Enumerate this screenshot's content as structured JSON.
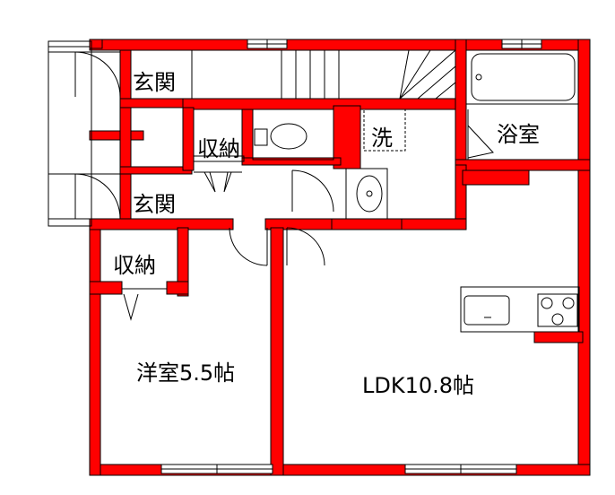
{
  "rooms": {
    "entrance_top": "玄関",
    "entrance_bottom": "玄関",
    "storage_hall": "収納",
    "storage_bedroom": "収納",
    "washroom": "洗",
    "bathroom": "浴室",
    "bedroom": "洋室5.5帖",
    "ldk": "LDK10.8帖"
  },
  "colors": {
    "wall": "#ff0000",
    "line": "#000000",
    "background": "#ffffff"
  }
}
